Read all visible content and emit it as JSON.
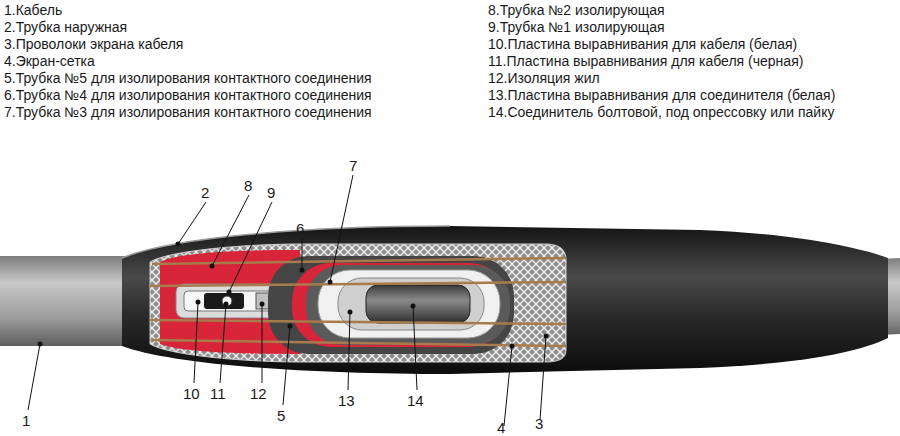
{
  "diagram": {
    "labels": [
      "1.Кабель",
      "2.Трубка наружная",
      "3.Проволоки экрана кабеля",
      "4.Экран-сетка",
      "5.Трубка №5 для изолирования контактного соединения",
      "6.Трубка №4 для изолирования контактного соединения",
      "7.Трубка №3 для изолирования контактного соединения",
      "8.Трубка №2 изолирующая",
      "9.Трубка №1 изолирующая",
      "10.Пластина выравнивания для кабеля (белая)",
      "11.Пластина выравнивания для кабеля (черная)",
      "12.Изоляция жил",
      "13.Пластина выравнивания для соединителя (белая)",
      "14.Соединитель болтовой, под опрессовку или пайку",
      "7",
      "2",
      "8",
      "9",
      "6",
      "1",
      "10",
      "11",
      "12",
      "5",
      "13",
      "14",
      "4",
      "3"
    ]
  }
}
